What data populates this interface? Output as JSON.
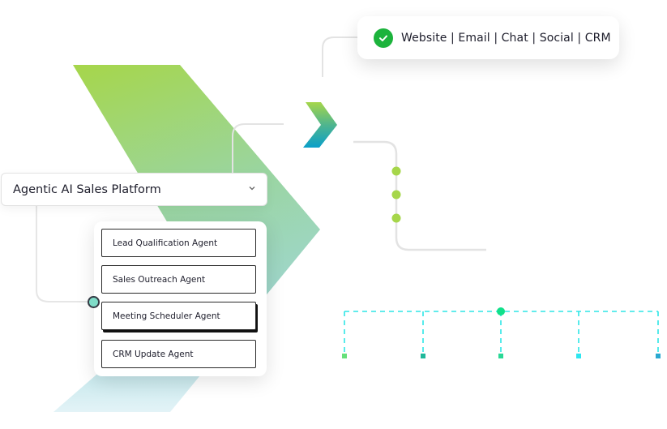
{
  "channels": {
    "icon": "check-circle-icon",
    "label": "Website | Email | Chat | Social | CRM",
    "check_color": "#1cb33c"
  },
  "platform": {
    "label": "Agentic AI Sales Platform",
    "icon": "chevron-down-icon"
  },
  "agents": [
    {
      "label": "Lead Qualification Agent",
      "active": false
    },
    {
      "label": "Sales Outreach Agent",
      "active": false
    },
    {
      "label": "Meeting Scheduler Agent",
      "active": true
    },
    {
      "label": "CRM Update Agent",
      "active": false
    }
  ],
  "colors": {
    "brand_green": "#a6d64a",
    "brand_teal": "#9ad5c6",
    "brand_blue": "#0a9fc9",
    "dots": "#a6d64a",
    "dashed": "#2ee6e6",
    "hub": "#10e08a",
    "leaf_nodes": [
      "#66e07a",
      "#20b89a",
      "#2ad896",
      "#2ee6f0",
      "#2aa8d0"
    ]
  }
}
